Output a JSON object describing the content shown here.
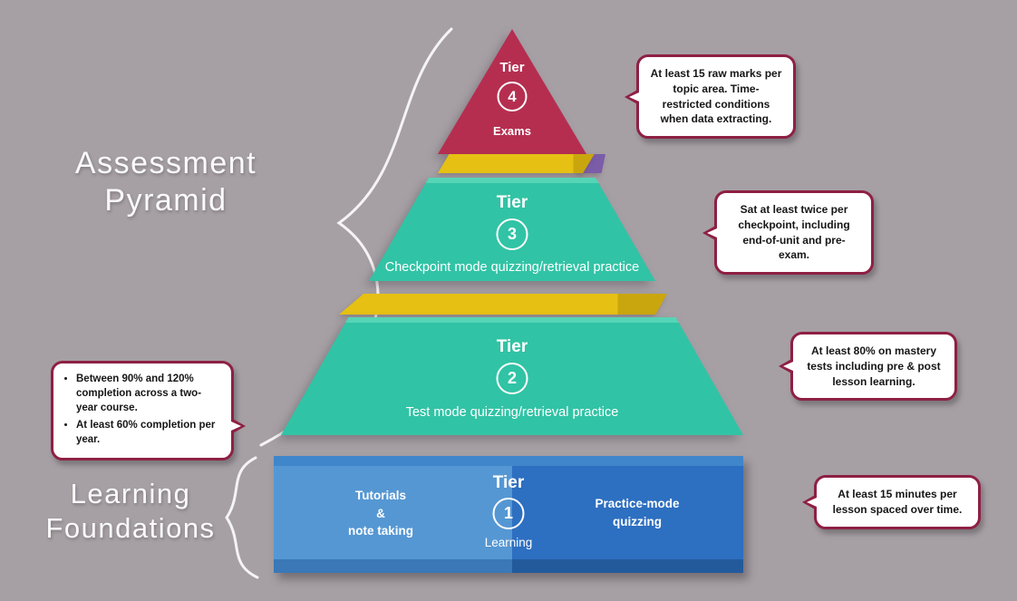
{
  "labels": {
    "assessment_title": "Assessment\nPyramid",
    "foundations_title": "Learning\nFoundations"
  },
  "tiers": {
    "tier4": {
      "title": "Tier",
      "number": "4",
      "label": "Exams"
    },
    "tier3": {
      "title": "Tier",
      "number": "3",
      "label": "Checkpoint mode quizzing/retrieval practice"
    },
    "tier2": {
      "title": "Tier",
      "number": "2",
      "label": "Test mode quizzing/retrieval practice"
    },
    "tier1": {
      "title": "Tier",
      "number": "1",
      "label": "Learning",
      "left": "Tutorials\n&\nnote taking",
      "right": "Practice-mode\nquizzing"
    }
  },
  "callouts": {
    "tier4": "At least 15 raw marks per topic area. Time-restricted conditions when data extracting.",
    "tier3": "Sat at least twice per checkpoint, including end-of-unit and pre-exam.",
    "tier2": "At least 80% on mastery tests including pre & post lesson learning.",
    "tier1": "At least 15 minutes per lesson spaced over time.",
    "foundations_bullets": [
      "Between 90% and 120% completion across a two-year course.",
      "At least 60% completion per year."
    ]
  },
  "colors": {
    "background": "#a6a0a5",
    "tier4_red": "#b52e50",
    "teal": "#31c3a5",
    "gold": "#e6c013",
    "purple_accent": "#7b5ca8",
    "blue_light": "#5597d3",
    "blue_dark": "#2d6fc0",
    "callout_border": "#8e2043",
    "text_on_tiers": "#ffffff"
  }
}
